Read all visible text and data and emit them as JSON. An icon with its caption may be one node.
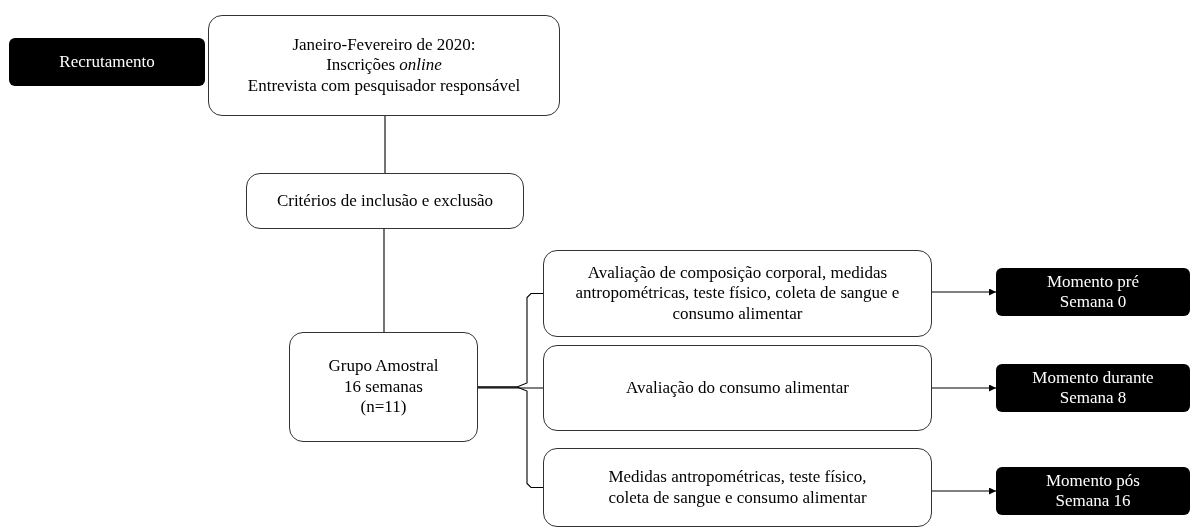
{
  "diagram": {
    "nodes": [
      {
        "text": [
          "Recrutamento"
        ]
      },
      {
        "text": [
          "Janeiro-Fevereiro de 2020:",
          "Inscrições *online*",
          "Entrevista com pesquisador responsável"
        ]
      },
      {
        "text": [
          "Critérios de inclusão e exclusão"
        ]
      },
      {
        "text": [
          "Grupo Amostral",
          "16 semanas",
          "(n=11)"
        ]
      },
      {
        "text": [
          "Avaliação de composição corporal, medidas antropométricas, teste físico, coleta de sangue e consumo alimentar"
        ]
      },
      {
        "text": [
          "Avaliação do consumo alimentar"
        ]
      },
      {
        "text": [
          "Medidas antropométricas, teste físico, coleta de sangue e consumo alimentar"
        ]
      },
      {
        "text": [
          "Momento pré",
          "Semana 0"
        ]
      },
      {
        "text": [
          "Momento durante",
          "Semana 8"
        ]
      },
      {
        "text": [
          "Momento pós",
          "Semana 16"
        ]
      }
    ],
    "edges": [
      {
        "from": 1,
        "to": 2,
        "arrow": "none"
      },
      {
        "from": 2,
        "to": 3,
        "arrow": "none"
      },
      {
        "from": 3,
        "to": 4,
        "arrow": "none"
      },
      {
        "from": 3,
        "to": 5,
        "arrow": "none"
      },
      {
        "from": 3,
        "to": 6,
        "arrow": "none"
      },
      {
        "from": 4,
        "to": 7,
        "arrow": "to"
      },
      {
        "from": 5,
        "to": 8,
        "arrow": "to"
      },
      {
        "from": 6,
        "to": 9,
        "arrow": "to"
      }
    ]
  }
}
